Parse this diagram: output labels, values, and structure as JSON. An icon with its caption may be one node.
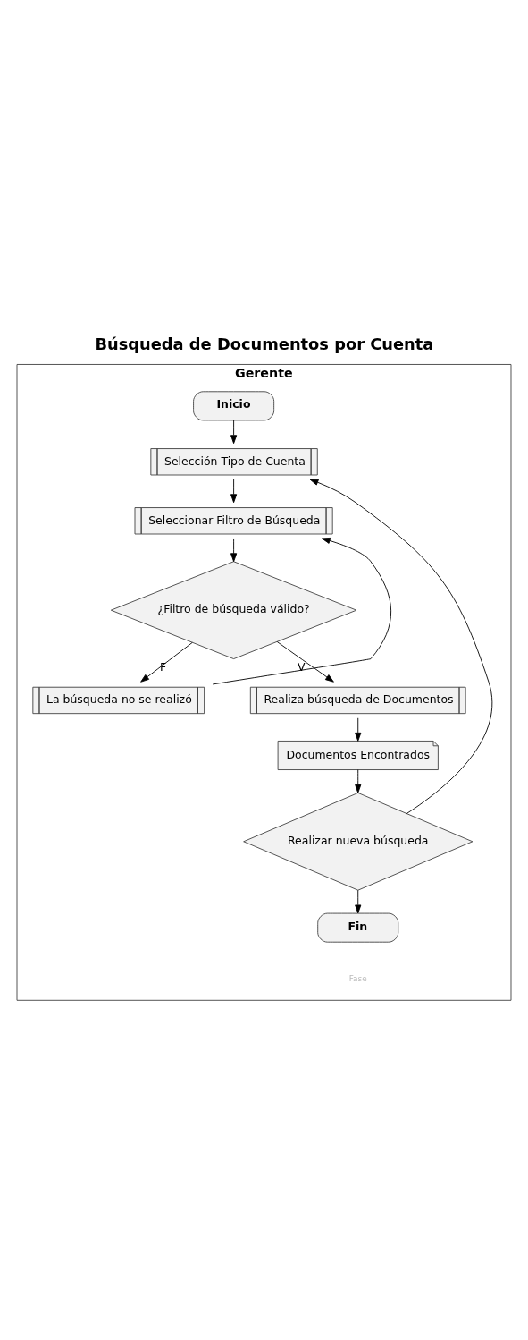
{
  "diagram": {
    "title": "Búsqueda de Documentos por Cuenta",
    "nodes": [
      {
        "text": [
          "Gerente"
        ]
      },
      {
        "text": [
          "Inicio"
        ],
        "in": 0
      },
      {
        "text": [
          "Selección Tipo de Cuenta"
        ],
        "in": 0
      },
      {
        "text": [
          "Seleccionar Filtro de Búsqueda"
        ],
        "in": 0
      },
      {
        "text": [
          "¿Filtro de búsqueda válido?"
        ],
        "in": 0
      },
      {
        "text": [
          "La búsqueda no se realizó"
        ],
        "in": 0
      },
      {
        "text": [
          "Realiza búsqueda de Documentos"
        ],
        "in": 0
      },
      {
        "text": [
          "Documentos Encontrados"
        ],
        "in": 0
      },
      {
        "text": [
          "Realizar nueva búsqueda"
        ],
        "in": 0
      },
      {
        "text": [
          "Fin"
        ],
        "in": 0
      }
    ],
    "edges": [
      {
        "from": 1,
        "to": 2,
        "arrow": "to"
      },
      {
        "from": 2,
        "to": 3,
        "arrow": "to"
      },
      {
        "from": 3,
        "to": 4,
        "arrow": "to"
      },
      {
        "from": 4,
        "to": 5,
        "arrow": "to",
        "label": "F"
      },
      {
        "from": 5,
        "to": 3,
        "arrow": "to"
      },
      {
        "from": 4,
        "to": 6,
        "arrow": "to",
        "label": "V"
      },
      {
        "from": 6,
        "to": 7,
        "arrow": "to"
      },
      {
        "from": 7,
        "to": 8,
        "arrow": "to"
      },
      {
        "from": 8,
        "to": 2,
        "arrow": "to"
      },
      {
        "from": 8,
        "to": 9,
        "arrow": "to"
      }
    ],
    "labels": [
      "Fase"
    ]
  }
}
